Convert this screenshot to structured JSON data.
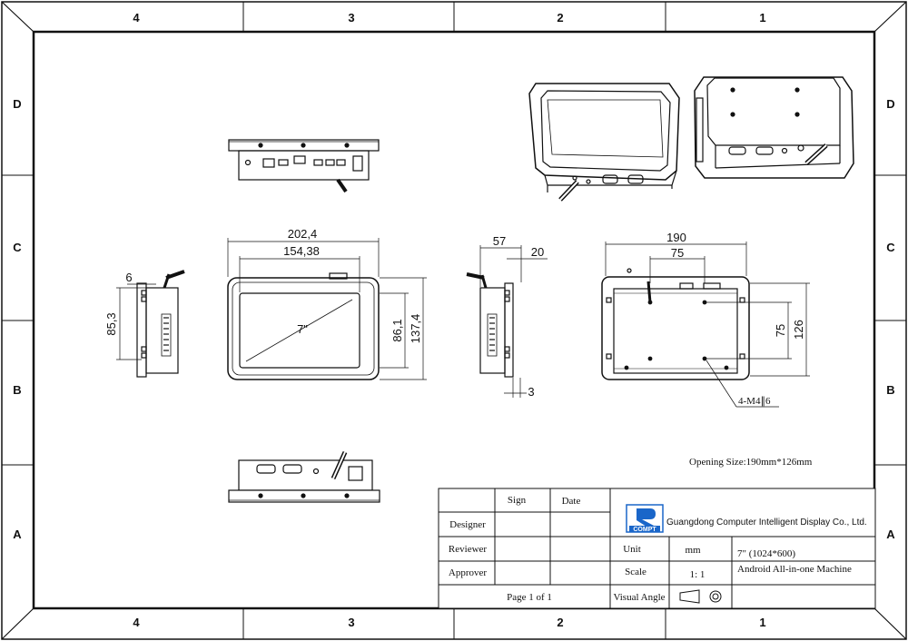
{
  "sheet": {
    "columns_top": [
      "4",
      "3",
      "2",
      "1"
    ],
    "columns_bottom": [
      "4",
      "3",
      "2",
      "1"
    ],
    "rows_left": [
      "D",
      "C",
      "B",
      "A"
    ],
    "rows_right": [
      "D",
      "C",
      "B",
      "A"
    ]
  },
  "dimensions": {
    "front_width_outer": "202,4",
    "front_width_inner": "154,38",
    "screen_size": "7\"",
    "front_height_inner": "86,1",
    "front_height_outer": "137,4",
    "side_left_depth": "6",
    "side_left_height": "85,3",
    "side_right_depth": "57",
    "side_right_bezel": "20",
    "side_right_bottom": "3",
    "back_width": "190",
    "back_hole_width": "75",
    "back_hole_height": "75",
    "back_height": "126",
    "screw_note": "4-M4∥6",
    "opening_size": "Opening Size:190mm*126mm"
  },
  "title_block": {
    "sign_header": "Sign",
    "date_header": "Date",
    "designer": "Designer",
    "reviewer": "Reviewer",
    "approver": "Approver",
    "page": "Page 1 of 1",
    "logo_text": "COMPT",
    "company": "Guangdong Computer Intelligent Display Co., Ltd.",
    "unit_label": "Unit",
    "unit_value": "mm",
    "scale_label": "Scale",
    "scale_value": "1: 1",
    "visual_angle_label": "Visual Angle",
    "product_line1": "7\" (1024*600)",
    "product_line2": "Android All-in-one Machine"
  },
  "colors": {
    "line": "#111111",
    "logo_blue": "#1a66c9",
    "paper": "#ffffff"
  }
}
